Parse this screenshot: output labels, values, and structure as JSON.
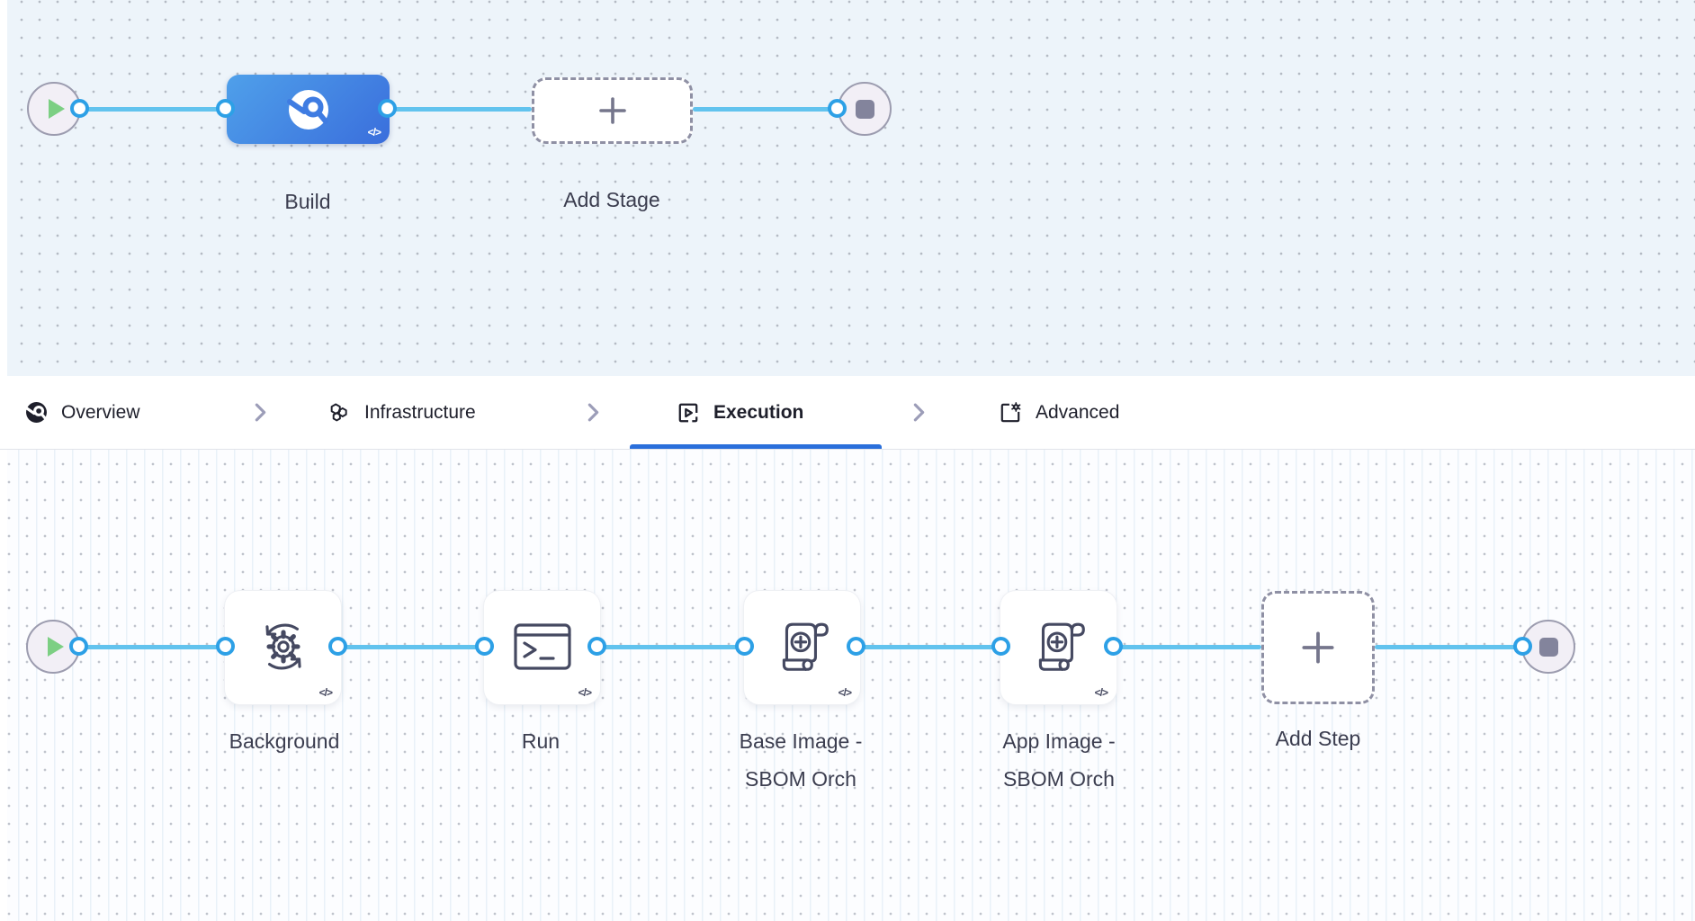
{
  "colors": {
    "canvas_top_bg": "#edf4fa",
    "canvas_bottom_bg": "#fcfdff",
    "link_line": "#62c3ee",
    "port_ring": "#2da0e6",
    "stage_gradient_start": "#4fa0ea",
    "stage_gradient_end": "#3a6edc",
    "active_tab_underline": "#2a6fdb",
    "start_play_green": "#7ccf83",
    "end_square_gray": "#83849c",
    "label_text": "#3b3d4f",
    "tab_text": "#1e1f2b"
  },
  "stage_pipeline": {
    "start_node": {
      "icon": "play-icon"
    },
    "stage": {
      "label": "Build",
      "icon": "ci-build-icon",
      "code_chip": "</>"
    },
    "add_stage": {
      "label": "Add Stage",
      "icon": "plus-icon"
    },
    "end_node": {
      "icon": "stop-icon"
    }
  },
  "tab_bar": {
    "tabs": [
      {
        "label": "Overview",
        "icon": "ci-overview-icon",
        "active": false
      },
      {
        "label": "Infrastructure",
        "icon": "hexagons-icon",
        "active": false
      },
      {
        "label": "Execution",
        "icon": "execution-play-icon",
        "active": true
      },
      {
        "label": "Advanced",
        "icon": "advanced-gear-icon",
        "active": false
      }
    ],
    "separator_icon": "chevron-right-icon"
  },
  "execution_pipeline": {
    "start_node": {
      "icon": "play-icon"
    },
    "steps": [
      {
        "label_line1": "Background",
        "label_line2": "",
        "icon": "sync-gear-icon",
        "code_chip": "</>"
      },
      {
        "label_line1": "Run",
        "label_line2": "",
        "icon": "terminal-icon",
        "code_chip": "</>"
      },
      {
        "label_line1": "Base Image -",
        "label_line2": "SBOM Orch",
        "icon": "scroll-plus-icon",
        "code_chip": "</>"
      },
      {
        "label_line1": "App Image -",
        "label_line2": "SBOM Orch",
        "icon": "scroll-plus-icon",
        "code_chip": "</>"
      }
    ],
    "add_step": {
      "label": "Add Step",
      "icon": "plus-icon"
    },
    "end_node": {
      "icon": "stop-icon"
    }
  }
}
